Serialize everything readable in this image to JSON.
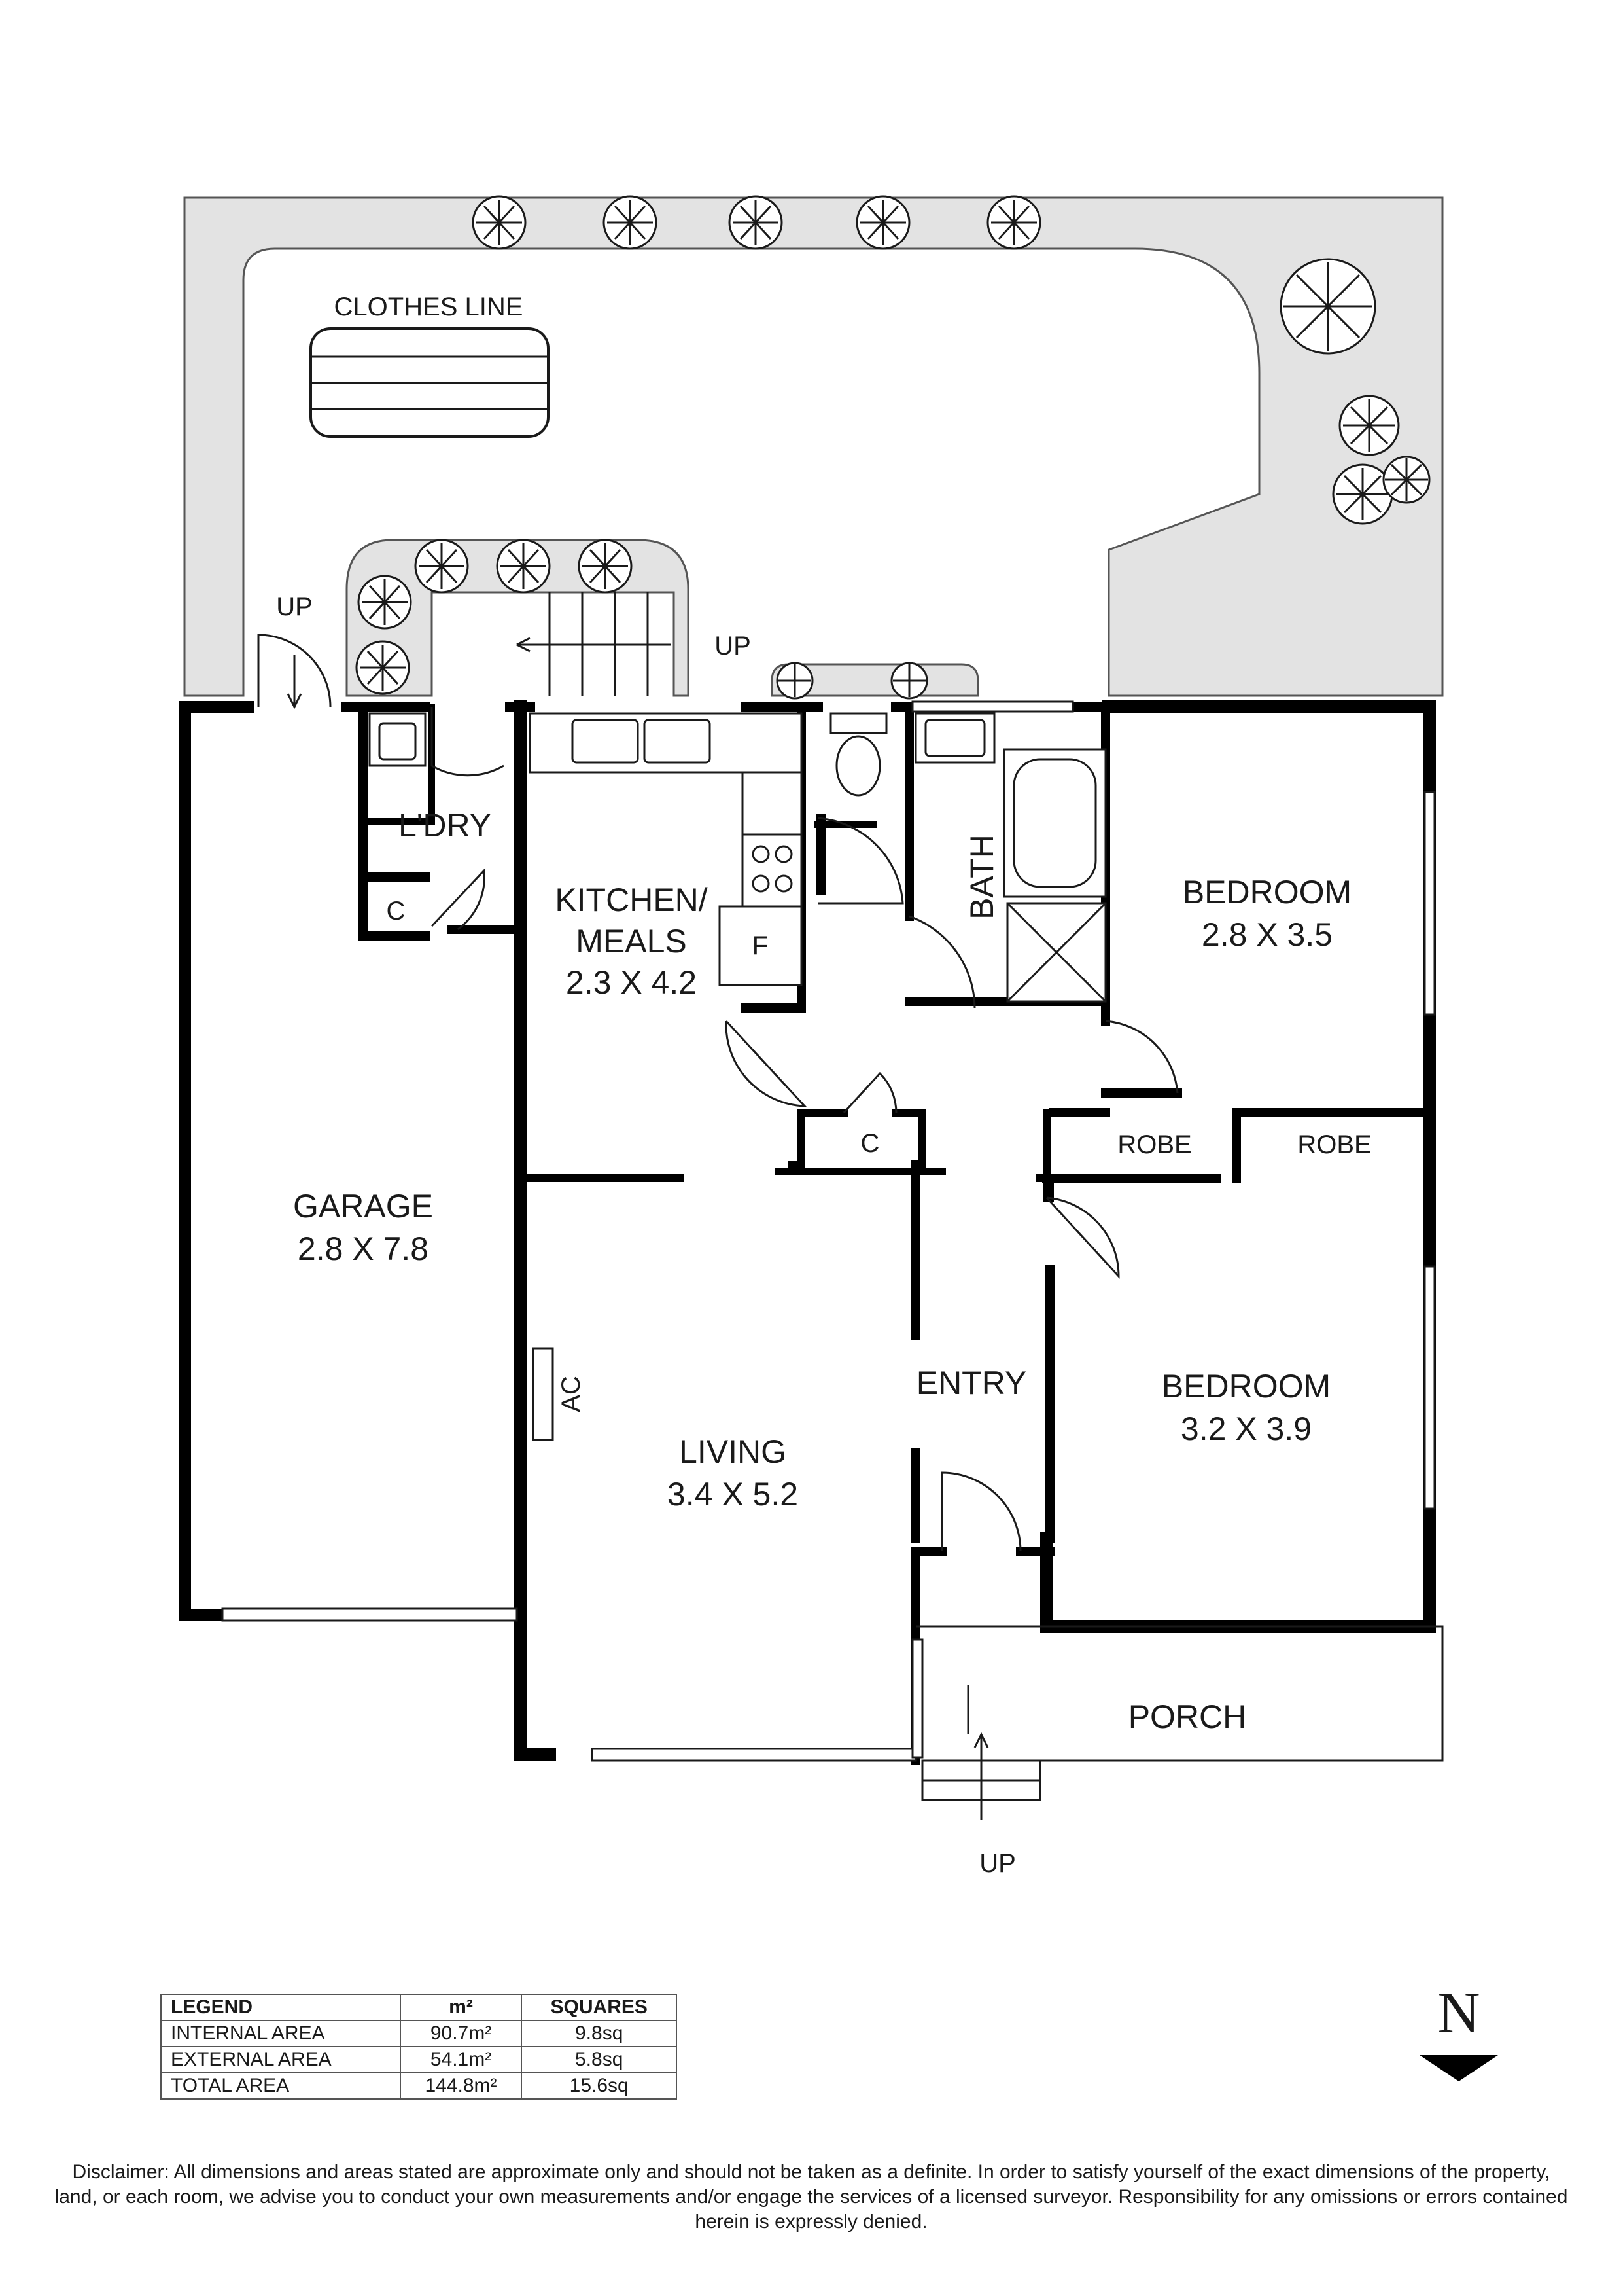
{
  "rooms": {
    "clothes_line": "CLOTHES LINE",
    "up_garden": "UP",
    "up_rear": "UP",
    "up_front": "UP",
    "laundry": "L'DRY",
    "laundry_cupboard": "C",
    "kitchen_line1": "KITCHEN/",
    "kitchen_line2": "MEALS",
    "kitchen_dims": "2.3 X 4.2",
    "fridge": "F",
    "bath": "BATH",
    "bedroom1": "BEDROOM",
    "bedroom1_dims": "2.8 X 3.5",
    "hall_cupboard": "C",
    "robe1": "ROBE",
    "robe2": "ROBE",
    "garage": "GARAGE",
    "garage_dims": "2.8 X 7.8",
    "ac": "AC",
    "entry": "ENTRY",
    "bedroom2": "BEDROOM",
    "bedroom2_dims": "3.2 X 3.9",
    "living": "LIVING",
    "living_dims": "3.4 X 5.2",
    "porch": "PORCH"
  },
  "legend": {
    "headers": [
      "LEGEND",
      "m²",
      "SQUARES"
    ],
    "rows": [
      {
        "label": "INTERNAL AREA",
        "m2": "90.7m²",
        "squares": "9.8sq"
      },
      {
        "label": "EXTERNAL AREA",
        "m2": "54.1m²",
        "squares": "5.8sq"
      },
      {
        "label": "TOTAL AREA",
        "m2": "144.8m²",
        "squares": "15.6sq"
      }
    ]
  },
  "north": "N",
  "disclaimer": "Disclaimer: All dimensions and areas stated are approximate only and should not be taken as a definite. In order to satisfy yourself of the exact dimensions of the property, land, or each room, we advise you to conduct your own measurements and/or engage the services of a licensed surveyor. Responsibility for any omissions or errors contained herein is expressly denied.",
  "colors": {
    "wall": "#000000",
    "yard": "#e3e3e3",
    "line": "#1a1a1a"
  }
}
